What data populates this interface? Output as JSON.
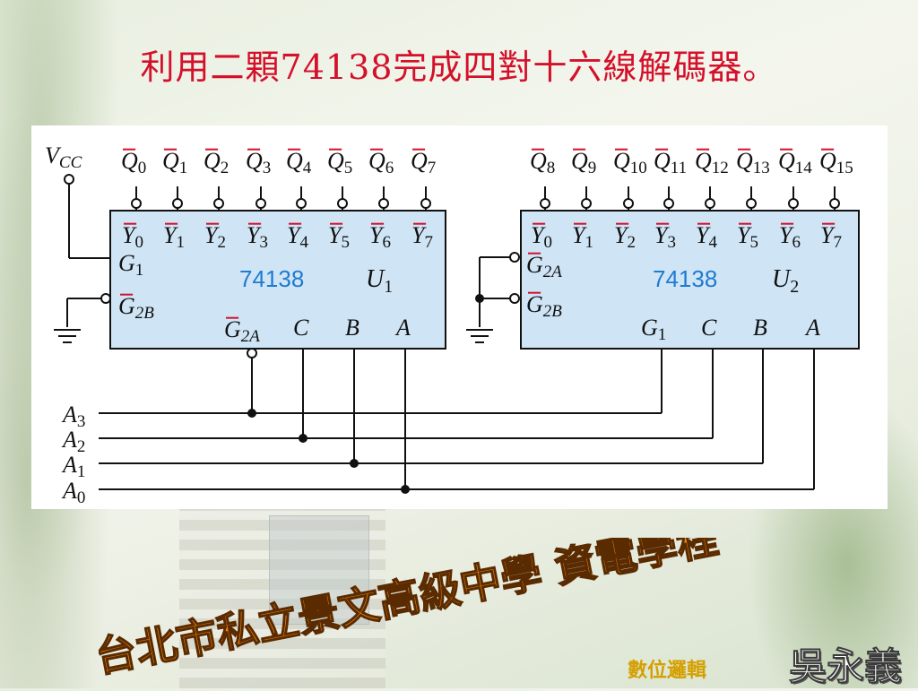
{
  "slide": {
    "title": "利用二顆74138完成四對十六線解碼器。",
    "school_name": "台北市私立景文高級中學  資電學程",
    "course_name": "數位邏輯",
    "author_name": "吳永義"
  },
  "diagram": {
    "vcc": "V",
    "vcc_sub": "CC",
    "u1": {
      "part": "74138",
      "name": "U",
      "name_sub": "1",
      "outputs": [
        "0",
        "1",
        "2",
        "3",
        "4",
        "5",
        "6",
        "7"
      ],
      "q_labels": [
        "0",
        "1",
        "2",
        "3",
        "4",
        "5",
        "6",
        "7"
      ],
      "pins": {
        "g1": "G",
        "g1_sub": "1",
        "g2b": "G",
        "g2b_sub": "2B",
        "g2a": "G",
        "g2a_sub": "2A",
        "c": "C",
        "b": "B",
        "a": "A"
      }
    },
    "u2": {
      "part": "74138",
      "name": "U",
      "name_sub": "2",
      "outputs": [
        "0",
        "1",
        "2",
        "3",
        "4",
        "5",
        "6",
        "7"
      ],
      "q_labels": [
        "8",
        "9",
        "10",
        "11",
        "12",
        "13",
        "14",
        "15"
      ],
      "pins": {
        "g2a": "G",
        "g2a_sub": "2A",
        "g2b": "G",
        "g2b_sub": "2B",
        "g1": "G",
        "g1_sub": "1",
        "c": "C",
        "b": "B",
        "a": "A"
      }
    },
    "inputs": [
      {
        "name": "A",
        "sub": "3"
      },
      {
        "name": "A",
        "sub": "2"
      },
      {
        "name": "A",
        "sub": "1"
      },
      {
        "name": "A",
        "sub": "0"
      }
    ],
    "colors": {
      "chip_fill": "#cfe5f6",
      "part_label": "#1f7ad0",
      "title": "#d4102a"
    }
  }
}
